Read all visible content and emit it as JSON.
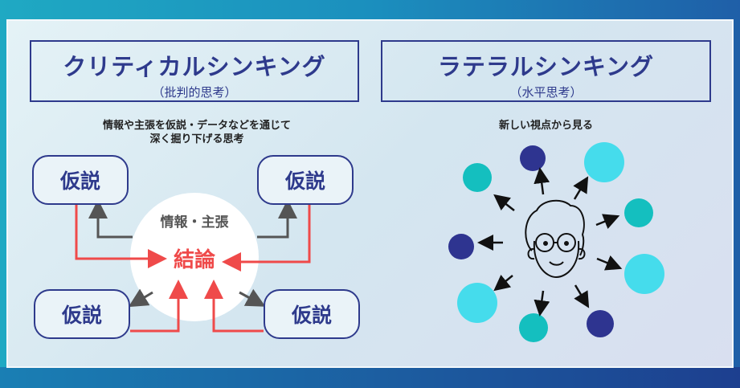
{
  "critical": {
    "title": "クリティカルシンキング",
    "subtitle": "（批判的思考）",
    "description_line1": "情報や主張を仮説・データなどを通じて",
    "description_line2": "深く掘り下げる思考",
    "hypothesis_label": "仮説",
    "center_info": "情報・主張",
    "center_conclusion": "結論"
  },
  "lateral": {
    "title": "ラテラルシンキング",
    "subtitle": "（水平思考）",
    "description": "新しい視点から見る"
  },
  "colors": {
    "navy": "#2e3a8c",
    "red": "#ef4a4a",
    "teal": "#14bfbf",
    "cyan": "#45dcec",
    "dark": "#2e3490"
  }
}
